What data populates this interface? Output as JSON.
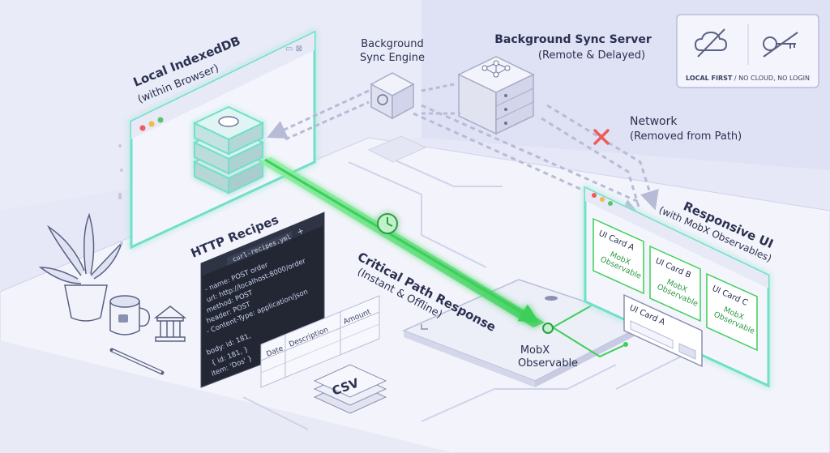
{
  "labels": {
    "local_db_title": "Local IndexedDB",
    "local_db_sub": "(within Browser)",
    "sync_engine_l1": "Background",
    "sync_engine_l2": "Sync Engine",
    "sync_server_title": "Background Sync Server",
    "sync_server_sub": "(Remote & Delayed)",
    "network_title": "Network",
    "network_sub": "(Removed from Path)",
    "http_recipes": "HTTP Recipes",
    "critical_l1": "Critical Path Response",
    "critical_l2": "(Instant & Offline)",
    "mobx_l1": "MobX",
    "mobx_l2": "Observable",
    "responsive_l1": "Responsive UI",
    "responsive_l2": "(with MobX Observables)",
    "badge_bold": "LOCAL FIRST",
    "badge_rest": " / NO CLOUD, NO LOGIN",
    "csv": "CSV"
  },
  "code_editor": {
    "filename": "curl-recipes.yml",
    "plus": "+",
    "lines": [
      "- name: POST order",
      "  url: http://localhost:8000/order",
      "  method: POST",
      "  header: POST",
      "  - Content-Type: application/json",
      "",
      "  body: id: 181,",
      "  { id: 181, }",
      "    item: 'Dos' }"
    ]
  },
  "table": {
    "headers": [
      "Date",
      "Description",
      "Amount"
    ]
  },
  "ui_cards": [
    {
      "title": "UI Card A",
      "sub1": "MobX",
      "sub2": "Observable"
    },
    {
      "title": "UI Card B",
      "sub1": "MobX",
      "sub2": "Observable"
    },
    {
      "title": "UI Card C",
      "sub1": "MobX",
      "sub2": "Observable"
    },
    {
      "title": "UI Card A",
      "sub1": "",
      "sub2": ""
    }
  ],
  "colors": {
    "background": "#e6e8f7",
    "accent_green": "#3ccf5a",
    "glow_teal": "#6fe0c8",
    "panel": "#f4f5fc",
    "red_x": "#ef5a5a",
    "code_bg": "#232733"
  }
}
